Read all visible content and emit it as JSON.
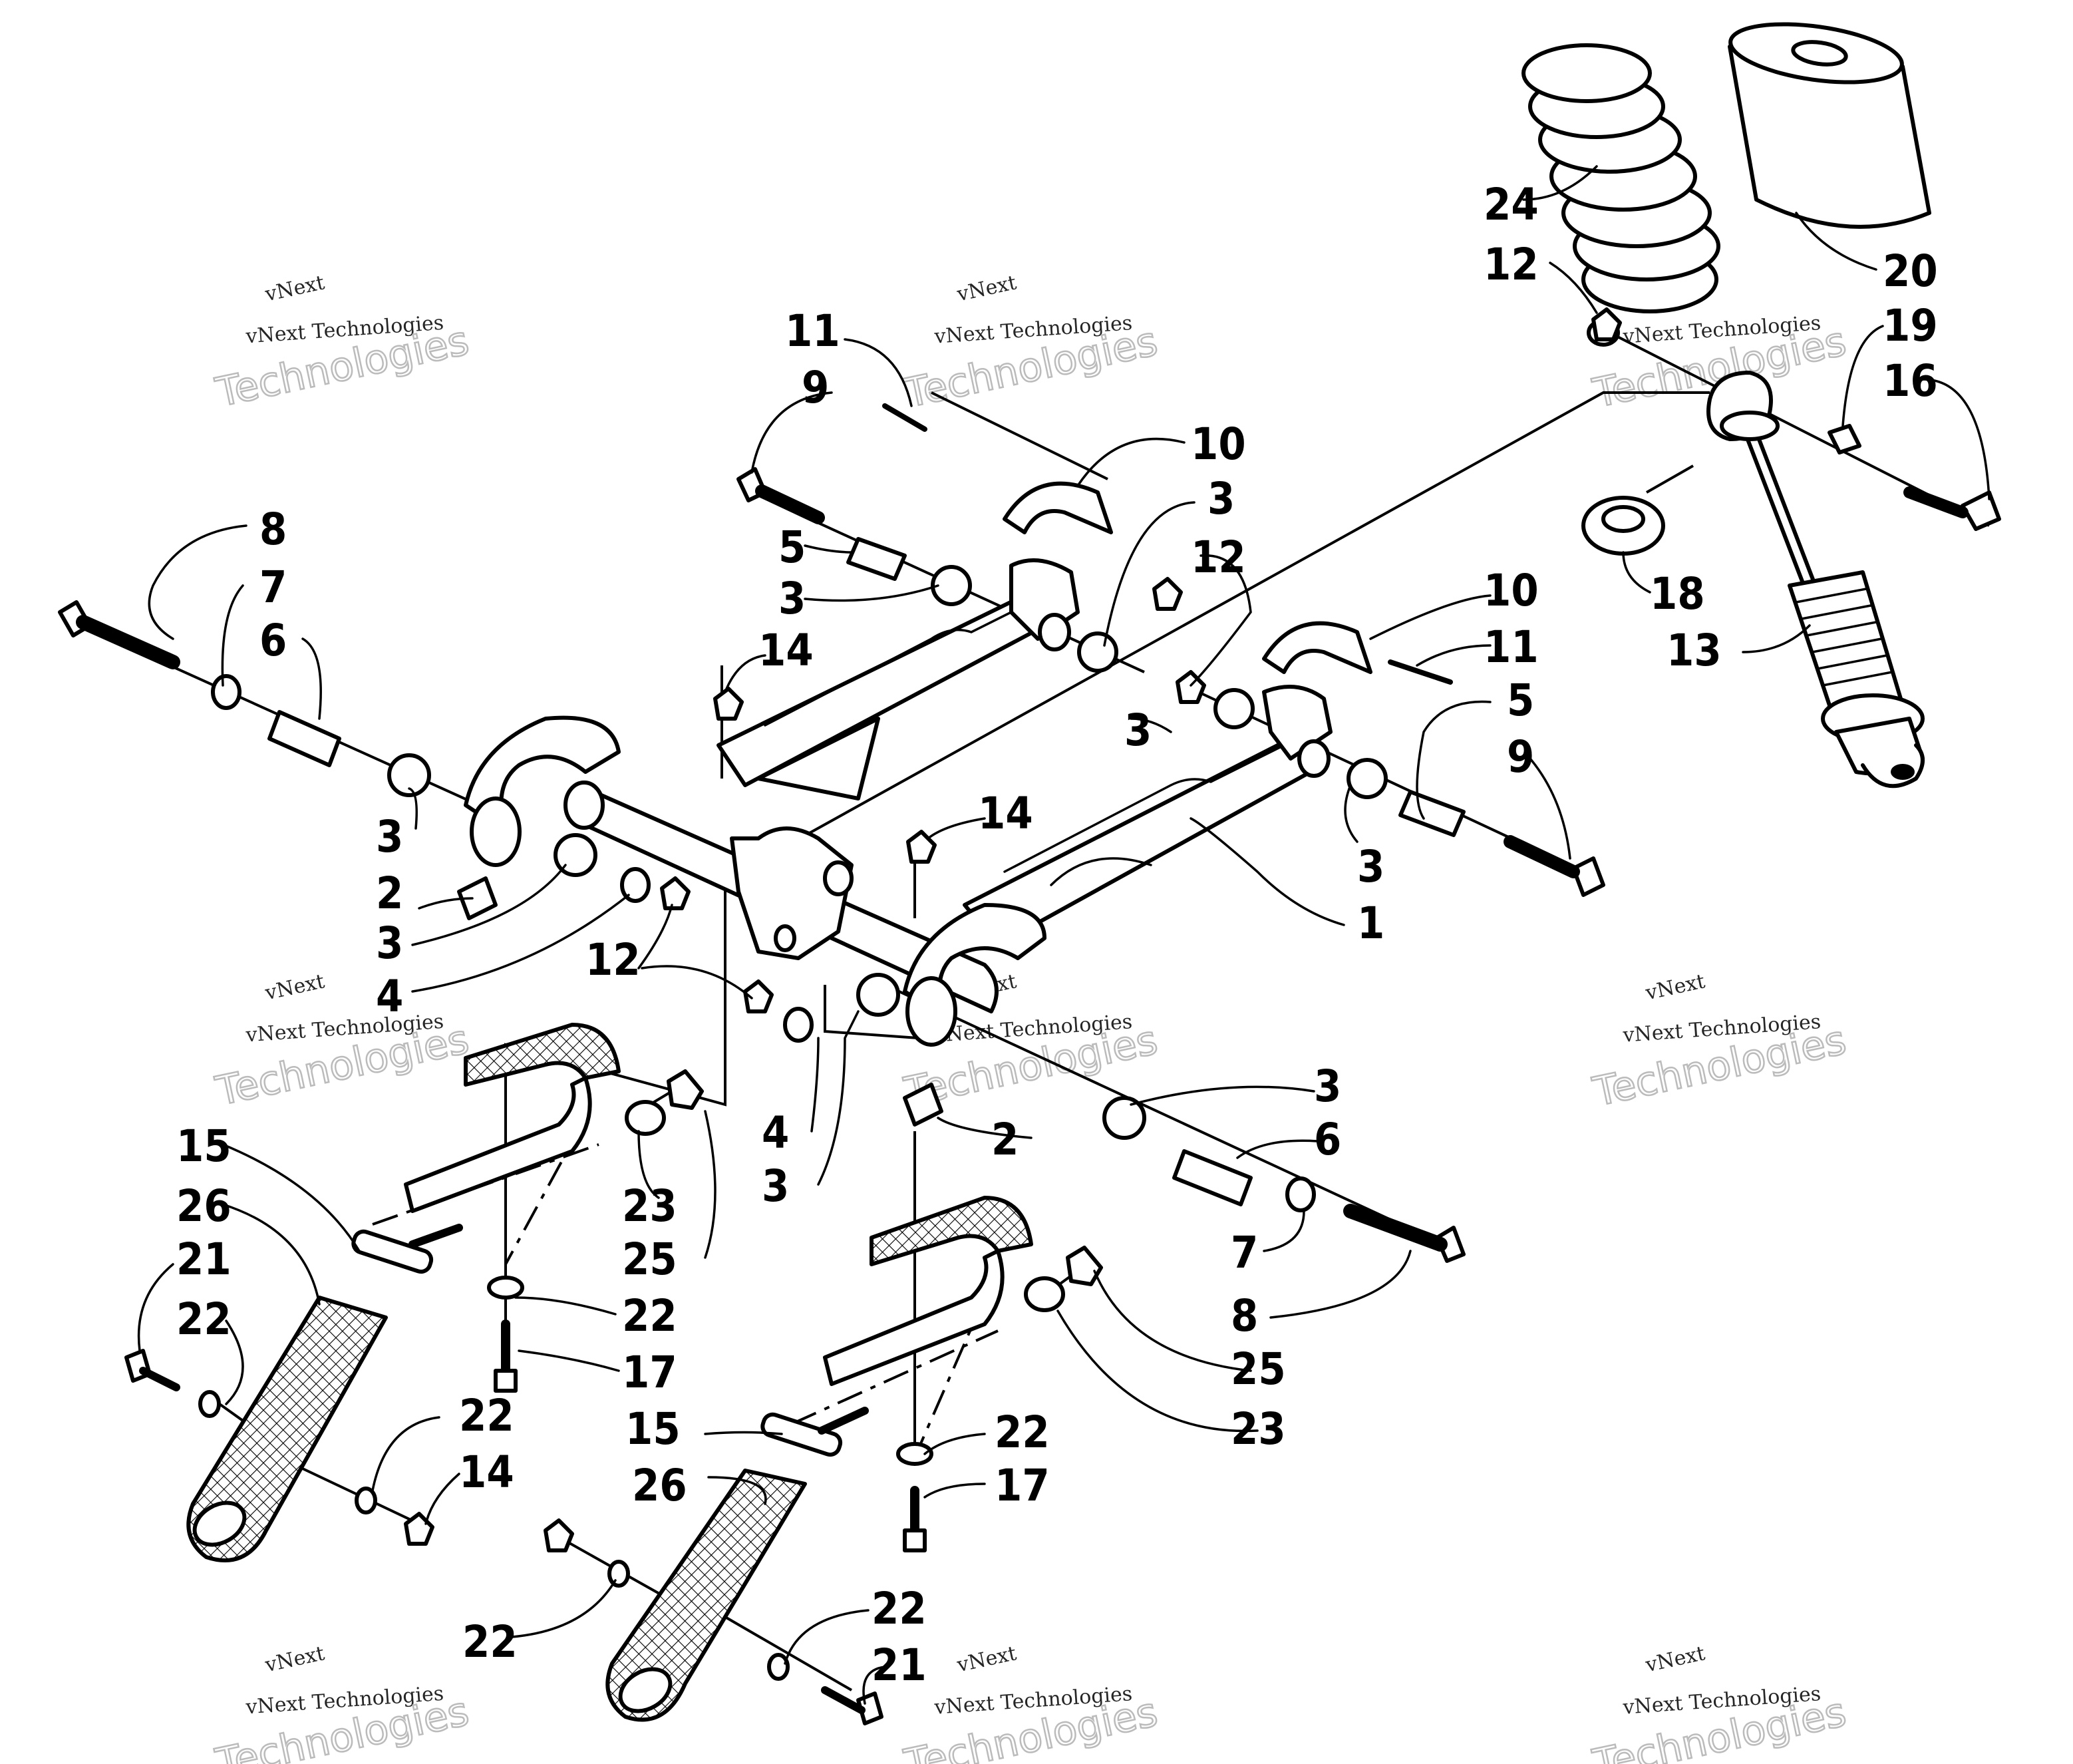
{
  "watermark": {
    "line1": "vNext",
    "line2": "vNext Technologies",
    "line3": "Technologies"
  },
  "callouts": {
    "c1": "1",
    "c2a": "2",
    "c2b": "2",
    "c3a": "3",
    "c3b": "3",
    "c3c": "3",
    "c3d": "3",
    "c3e": "3",
    "c3f": "3",
    "c3g": "3",
    "c3h": "3",
    "c4a": "4",
    "c4b": "4",
    "c5a": "5",
    "c5b": "5",
    "c6a": "6",
    "c6b": "6",
    "c7a": "7",
    "c7b": "7",
    "c8a": "8",
    "c8b": "8",
    "c9a": "9",
    "c9b": "9",
    "c10a": "10",
    "c10b": "10",
    "c11a": "11",
    "c11b": "11",
    "c12a": "12",
    "c12b": "12",
    "c12c": "12",
    "c13": "13",
    "c14a": "14",
    "c14b": "14",
    "c14c": "14",
    "c15a": "15",
    "c15b": "15",
    "c16": "16",
    "c17a": "17",
    "c17b": "17",
    "c18": "18",
    "c19": "19",
    "c20": "20",
    "c21a": "21",
    "c21b": "21",
    "c22a": "22",
    "c22b": "22",
    "c22c": "22",
    "c22d": "22",
    "c22e": "22",
    "c22f": "22",
    "c23a": "23",
    "c23b": "23",
    "c24": "24",
    "c25a": "25",
    "c25b": "25",
    "c26a": "26",
    "c26b": "26"
  }
}
